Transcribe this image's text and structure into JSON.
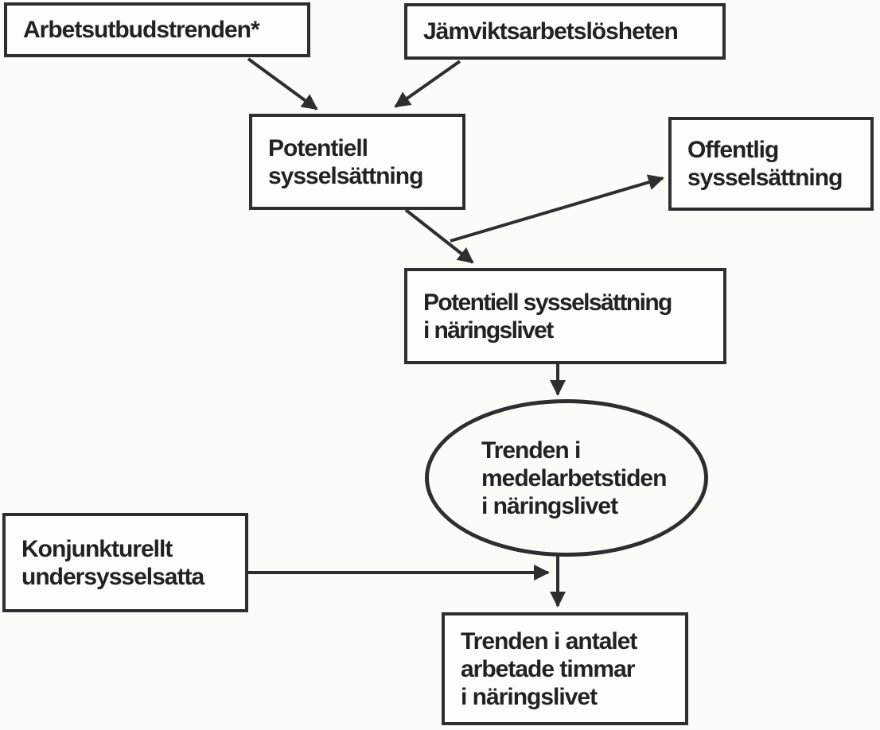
{
  "colors": {
    "ink": "#2e2e2e",
    "paper": "#fbfbf8"
  },
  "nodes": {
    "arbetsutbudstrenden": {
      "shape": "rect",
      "lines": [
        "Arbetsutbudstrenden*"
      ]
    },
    "jamviktsarbetslosheten": {
      "shape": "rect",
      "lines": [
        "Jämviktsarbetslösheten"
      ]
    },
    "potentiell_sysselsattning": {
      "shape": "rect",
      "lines": [
        "Potentiell",
        "sysselsättning"
      ]
    },
    "offentlig_sysselsattning": {
      "shape": "rect",
      "lines": [
        "Offentlig",
        "sysselsättning"
      ]
    },
    "potentiell_sysselsattning_naringslivet": {
      "shape": "rect",
      "lines": [
        "Potentiell sysselsättning",
        "i näringslivet"
      ]
    },
    "trenden_medelarbetstiden": {
      "shape": "ellipse",
      "lines": [
        "Trenden i",
        "medelarbetstiden",
        "i näringslivet"
      ]
    },
    "konjunkturellt_undersysselsatta": {
      "shape": "rect",
      "lines": [
        "Konjunkturellt",
        "undersysselsatta"
      ]
    },
    "trenden_antalet_timmar": {
      "shape": "rect",
      "lines": [
        "Trenden i antalet",
        "arbetade timmar",
        "i näringslivet"
      ]
    }
  },
  "edges": [
    {
      "from": "arbetsutbudstrenden",
      "to": "potentiell_sysselsattning"
    },
    {
      "from": "jamviktsarbetslosheten",
      "to": "potentiell_sysselsattning"
    },
    {
      "from": "potentiell_sysselsattning",
      "to": "offentlig_sysselsattning"
    },
    {
      "from": "potentiell_sysselsattning",
      "to": "potentiell_sysselsattning_naringslivet"
    },
    {
      "from": "potentiell_sysselsattning_naringslivet",
      "to": "trenden_medelarbetstiden"
    },
    {
      "from": "trenden_medelarbetstiden",
      "to": "trenden_antalet_timmar"
    },
    {
      "from": "konjunkturellt_undersysselsatta",
      "to": "trenden_antalet_timmar"
    }
  ]
}
